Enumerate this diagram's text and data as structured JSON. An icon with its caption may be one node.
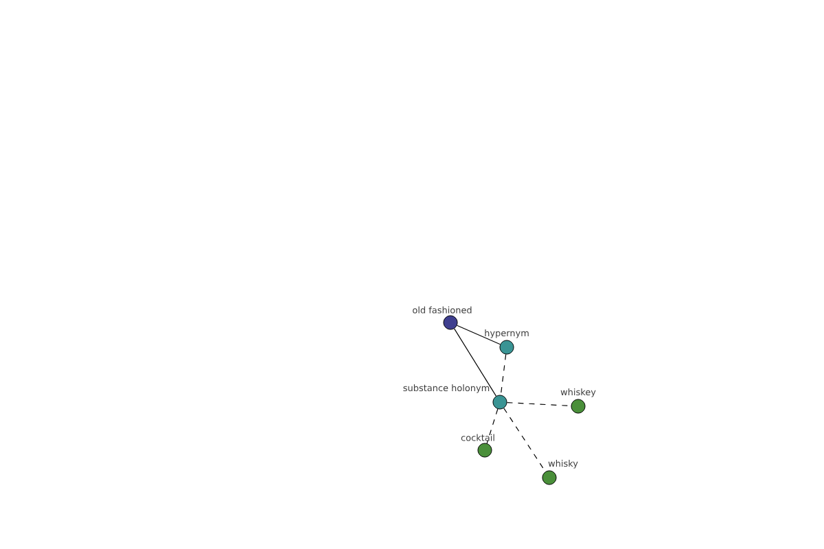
{
  "diagram": {
    "nodes": [
      {
        "text": [],
        "shape": "circle",
        "beside": [
          "old fashioned"
        ]
      },
      {
        "text": [],
        "shape": "circle",
        "beside": [
          "hypernym"
        ]
      },
      {
        "text": [],
        "shape": "circle",
        "beside": [
          "substance holonym"
        ]
      },
      {
        "text": [],
        "shape": "circle",
        "beside": [
          "whiskey"
        ]
      },
      {
        "text": [],
        "shape": "circle",
        "beside": [
          "cocktail"
        ]
      },
      {
        "text": [],
        "shape": "circle",
        "beside": [
          "whisky"
        ]
      }
    ],
    "edges": [
      {
        "from": 0,
        "to": 1,
        "arrow": "none"
      },
      {
        "from": 0,
        "to": 2,
        "arrow": "none"
      },
      {
        "from": 1,
        "to": 2,
        "arrow": "none",
        "style": "dashed"
      },
      {
        "from": 2,
        "to": 3,
        "arrow": "none",
        "style": "dashed"
      },
      {
        "from": 2,
        "to": 4,
        "arrow": "none",
        "style": "dashed"
      },
      {
        "from": 2,
        "to": 5,
        "arrow": "none",
        "style": "dashed"
      }
    ]
  }
}
